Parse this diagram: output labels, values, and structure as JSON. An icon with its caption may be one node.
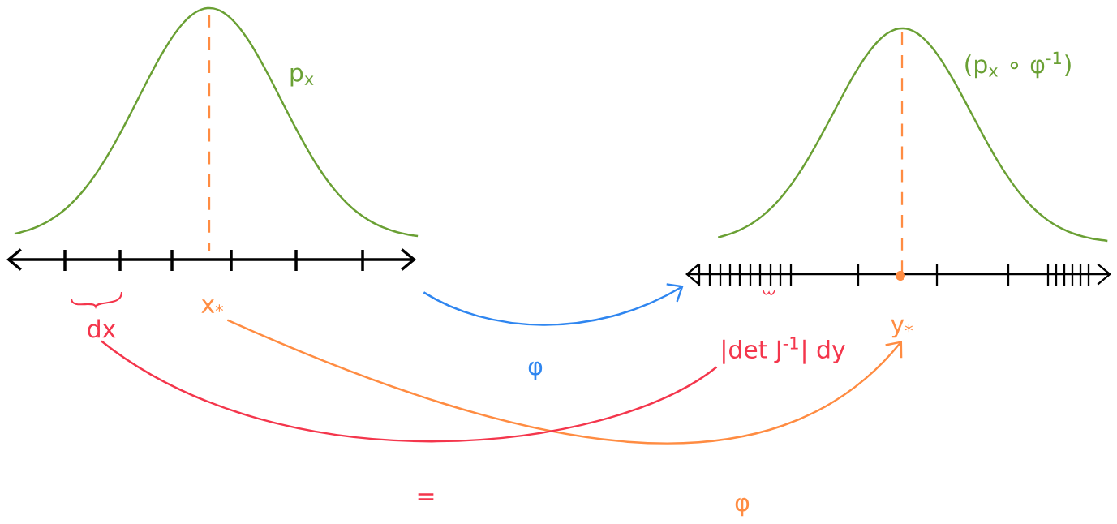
{
  "diagram": {
    "nodes": [
      {
        "text": [],
        "shape": "picture"
      },
      {
        "text": [],
        "shape": "picture"
      },
      {
        "text": [
          "dx"
        ]
      },
      {
        "text": [
          "x$_{*}$"
        ]
      },
      {
        "text": [
          "|det J$^{-1}$| dy"
        ]
      },
      {
        "text": [
          "y$_{*}$"
        ]
      }
    ],
    "edges": [
      {
        "from": 0,
        "to": 1,
        "arrow": "to",
        "label": "φ",
        "color": "#2f86f0"
      },
      {
        "from": 3,
        "to": 5,
        "arrow": "to",
        "label": "φ",
        "color": "#ff8c42"
      },
      {
        "from": 2,
        "to": 4,
        "arrow": "none",
        "label": "=",
        "color": "#f4364c"
      }
    ],
    "labels": [
      "p$_{x}$",
      "(p$_{x}$ ∘ φ$^{-1}$)"
    ]
  }
}
